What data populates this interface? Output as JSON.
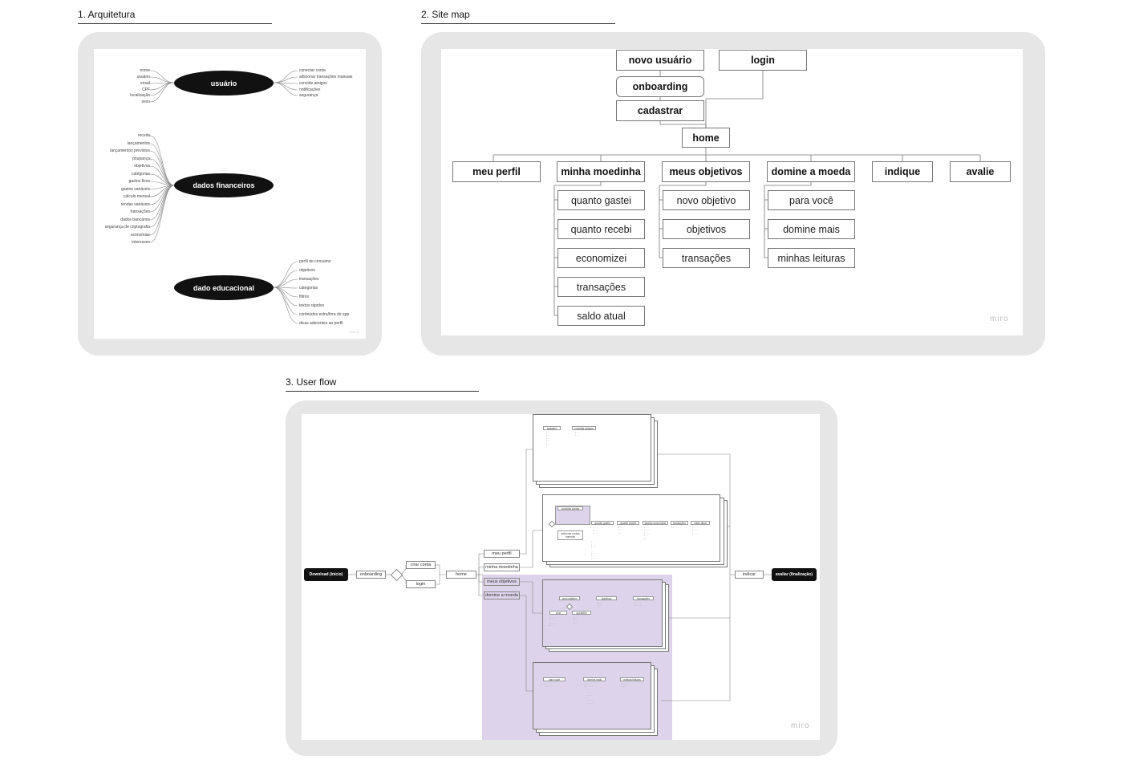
{
  "sections": {
    "arquitetura": "1. Arquitetura",
    "sitemap": "2. Site map",
    "userflow": "3. User flow"
  },
  "watermark": "miro",
  "mindmap": {
    "usuario": {
      "label": "usuário",
      "left": [
        "nome",
        "usuário",
        "email",
        "CPF",
        "localização",
        "sexo"
      ],
      "right": [
        "conectar conta",
        "adicionar transações manuais",
        "convide amigos",
        "notificações",
        "segurança"
      ]
    },
    "financeiros": {
      "label": "dados financeiros",
      "left": [
        "receita",
        "lançamentos",
        "lançamentos previstos",
        "poupança",
        "objetivos",
        "categorias",
        "gastos fixos",
        "gastos variáveis",
        "cálculo mensal",
        "rendas variáveis",
        "transações",
        "dados bancários",
        "segurança de criptografia",
        "economias",
        "interesses"
      ]
    },
    "educacional": {
      "label": "dado educacional",
      "right": [
        "perfil de consumo",
        "objetivos",
        "transações",
        "categorias",
        "filtros",
        "textos rápidos",
        "conteúdos extra/fora do app",
        "dicas aderentes ao perfil"
      ]
    }
  },
  "sitemap": {
    "novo_usuario": "novo usuário",
    "login": "login",
    "onboarding": "onboarding",
    "cadastrar": "cadastrar",
    "home": "home",
    "menu": [
      "meu perfil",
      "minha moedinha",
      "meus objetivos",
      "domine a moeda",
      "indique",
      "avalie"
    ],
    "minha_moedinha": [
      "quanto gastei",
      "quanto recebi",
      "economizei",
      "transações",
      "saldo atual"
    ],
    "meus_objetivos": [
      "novo objetivo",
      "objetivos",
      "transações"
    ],
    "domine_a_moeda": [
      "para você",
      "domine mais",
      "minhas leituras"
    ]
  },
  "userflow": {
    "start": "Download (início)",
    "end": "avaliar (finalização)",
    "onboarding": "onboarding",
    "criar_conta": "criar conta",
    "login": "login",
    "home": "home",
    "indicar": "indicar",
    "menu": [
      "meu perfil",
      "minha moedinha",
      "meus objetivos",
      "domine a moeda"
    ],
    "perfil_panel": [
      "cadastro",
      "convidar amigos"
    ],
    "moedinha_panel": [
      "conectar contas",
      "adicionar contas manuais",
      "quanto gastei",
      "quanto recebi",
      "quanto economizei",
      "transações",
      "saldo atual"
    ],
    "objetivos_panel": [
      "novo objetivo",
      "objetivos",
      "transações",
      "criar",
      "questões"
    ],
    "domine_panel": [
      "para você",
      "domine mais",
      "minhas leituras"
    ]
  },
  "colors": {
    "highlight": "#ddd3ea",
    "frame": "#e6e6e6",
    "dark": "#111111"
  }
}
